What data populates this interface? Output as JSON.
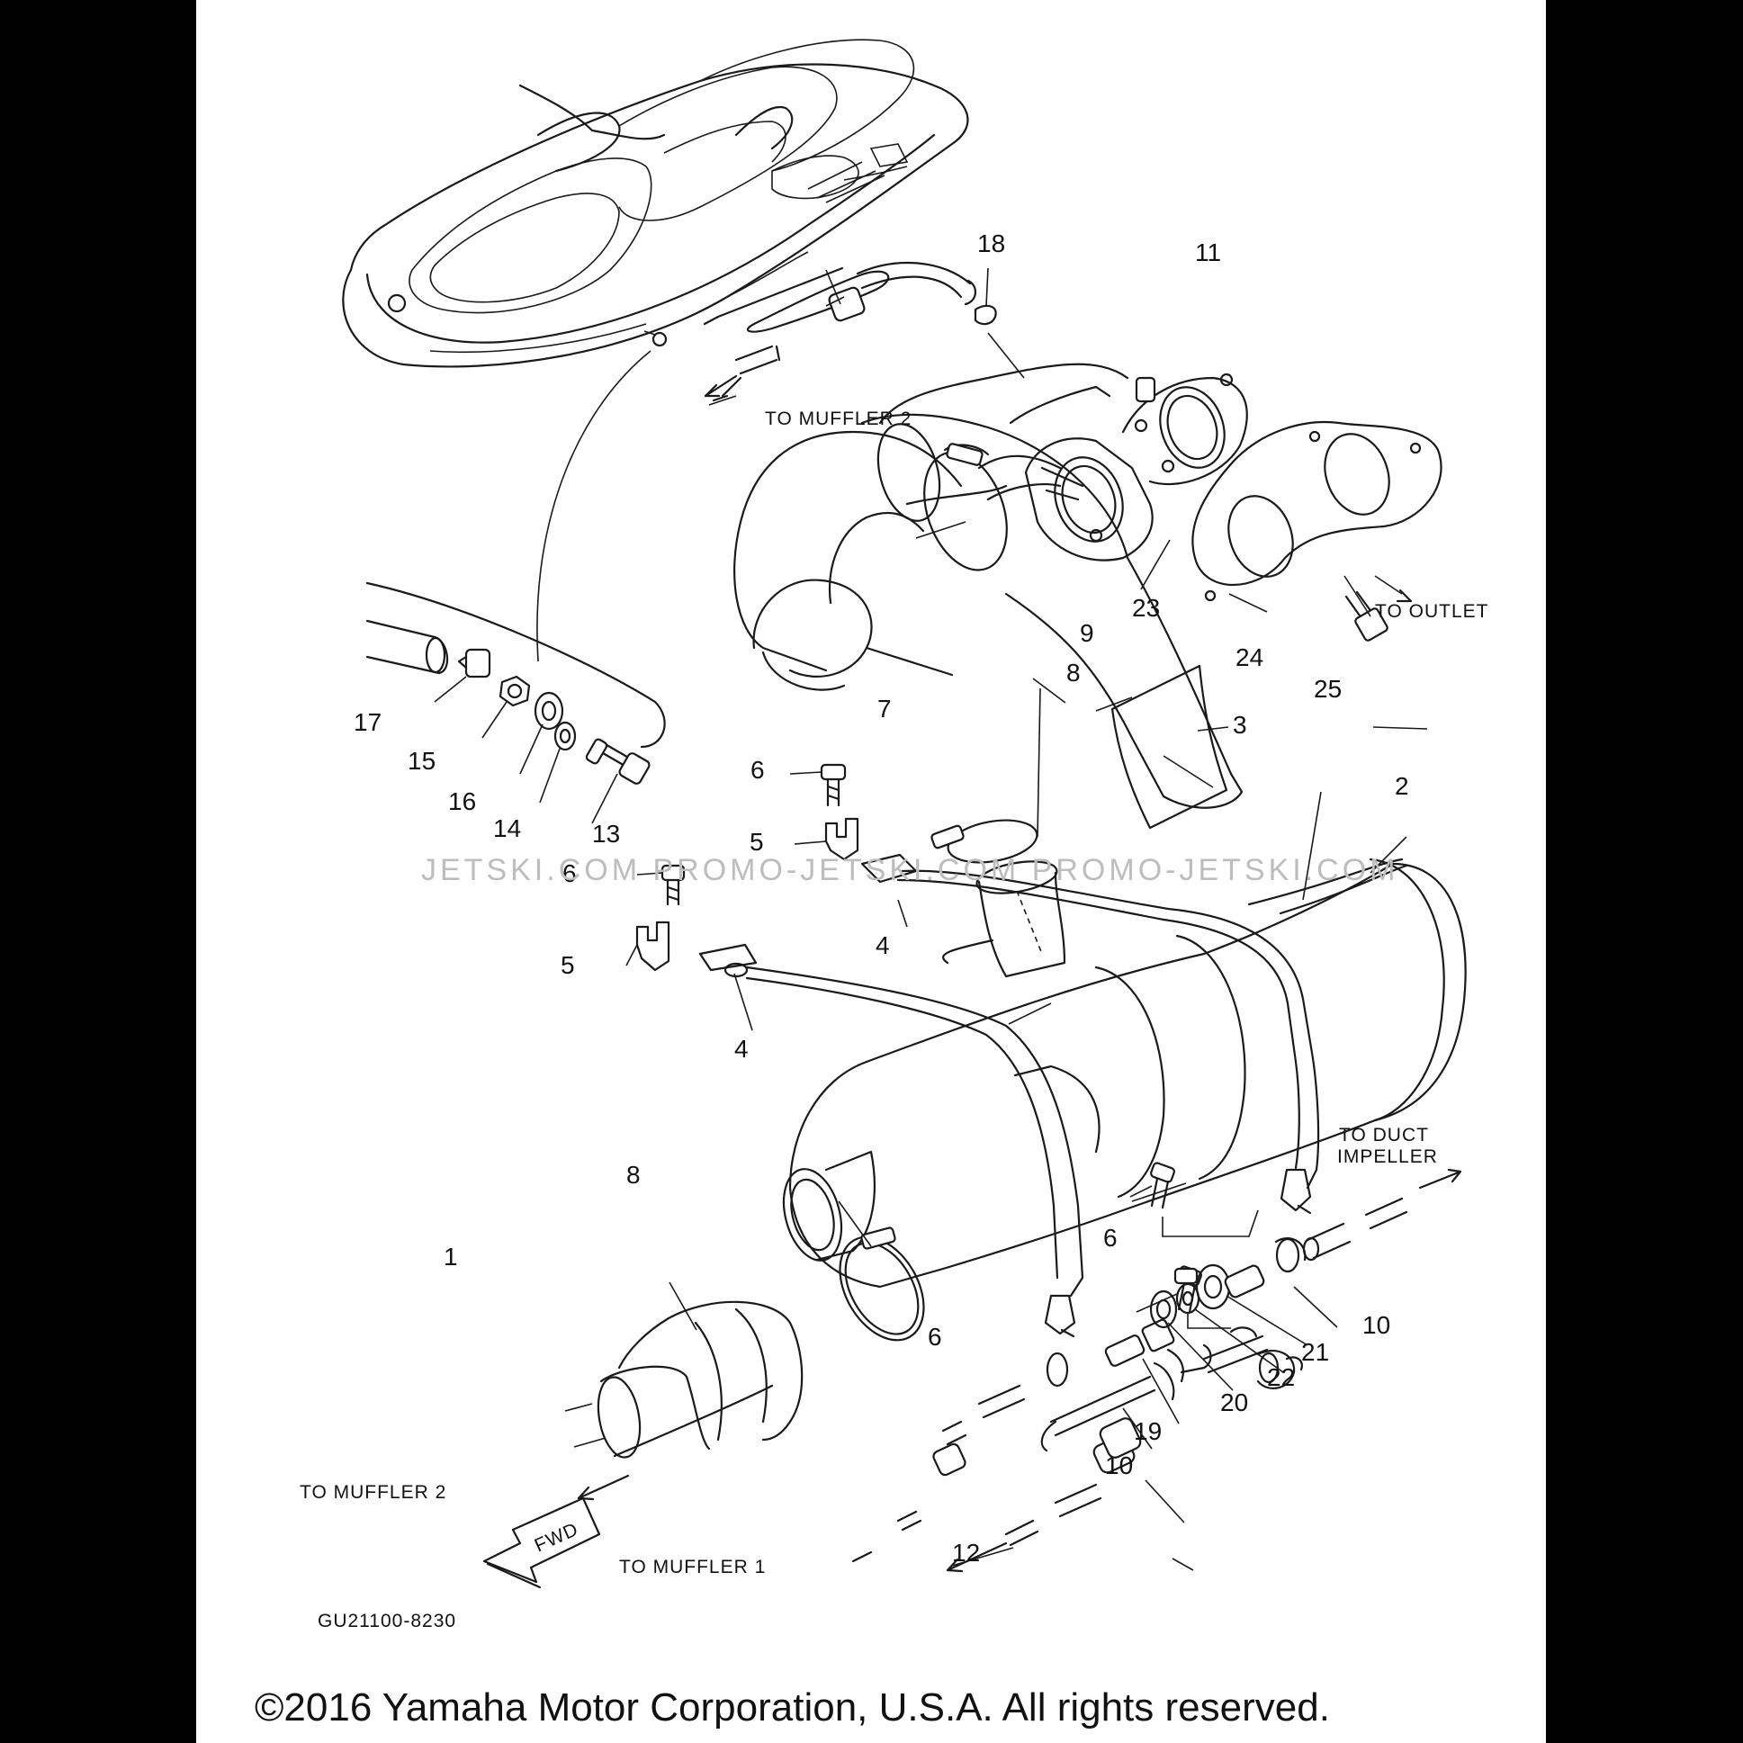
{
  "labels": [
    {
      "id": "1",
      "text": "1"
    },
    {
      "id": "2",
      "text": "2"
    },
    {
      "id": "3",
      "text": "3"
    },
    {
      "id": "4a",
      "text": "4"
    },
    {
      "id": "4b",
      "text": "4"
    },
    {
      "id": "5a",
      "text": "5"
    },
    {
      "id": "5b",
      "text": "5"
    },
    {
      "id": "6a",
      "text": "6"
    },
    {
      "id": "6b",
      "text": "6"
    },
    {
      "id": "6c",
      "text": "6"
    },
    {
      "id": "6d",
      "text": "6"
    },
    {
      "id": "7",
      "text": "7"
    },
    {
      "id": "8a",
      "text": "8"
    },
    {
      "id": "8b",
      "text": "8"
    },
    {
      "id": "9",
      "text": "9"
    },
    {
      "id": "10a",
      "text": "10"
    },
    {
      "id": "10b",
      "text": "10"
    },
    {
      "id": "11",
      "text": "11"
    },
    {
      "id": "12",
      "text": "12"
    },
    {
      "id": "13",
      "text": "13"
    },
    {
      "id": "14",
      "text": "14"
    },
    {
      "id": "15",
      "text": "15"
    },
    {
      "id": "16",
      "text": "16"
    },
    {
      "id": "17",
      "text": "17"
    },
    {
      "id": "18",
      "text": "18"
    },
    {
      "id": "19",
      "text": "19"
    },
    {
      "id": "20",
      "text": "20"
    },
    {
      "id": "21",
      "text": "21"
    },
    {
      "id": "22",
      "text": "22"
    },
    {
      "id": "23",
      "text": "23"
    },
    {
      "id": "24",
      "text": "24"
    },
    {
      "id": "25",
      "text": "25"
    }
  ],
  "notes": {
    "to_muffler_2_top": "TO MUFFLER 2",
    "to_outlet": "TO OUTLET",
    "to_duct_1": "TO DUCT",
    "to_duct_2": "IMPELLER",
    "to_muffler_2_bottom": "TO MUFFLER 2",
    "to_muffler_1": "TO MUFFLER 1",
    "fwd": "FWD",
    "part_code": "GU21100-8230"
  },
  "watermark": "JETSKI.COM  PROMO-JETSKI.COM  PROMO-JETSKI.COM",
  "copyright": "©2016 Yamaha Motor Corporation, U.S.A. All rights reserved."
}
